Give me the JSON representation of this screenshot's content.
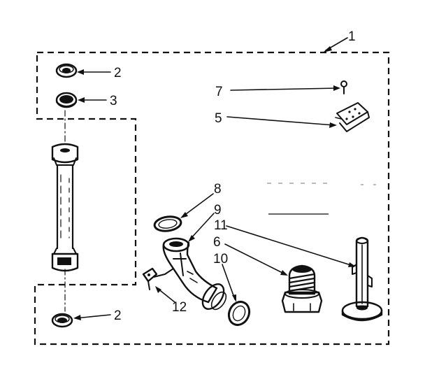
{
  "callouts": {
    "assembly": "1",
    "washer_top": "2",
    "grommet": "3",
    "screw": "7",
    "clip": "5",
    "seal_ring": "8",
    "elbow_hose": "9",
    "valve_stem": "11",
    "drain_plug": "6",
    "o_ring": "10",
    "hose_clamp": "12",
    "washer_bottom": "2"
  }
}
